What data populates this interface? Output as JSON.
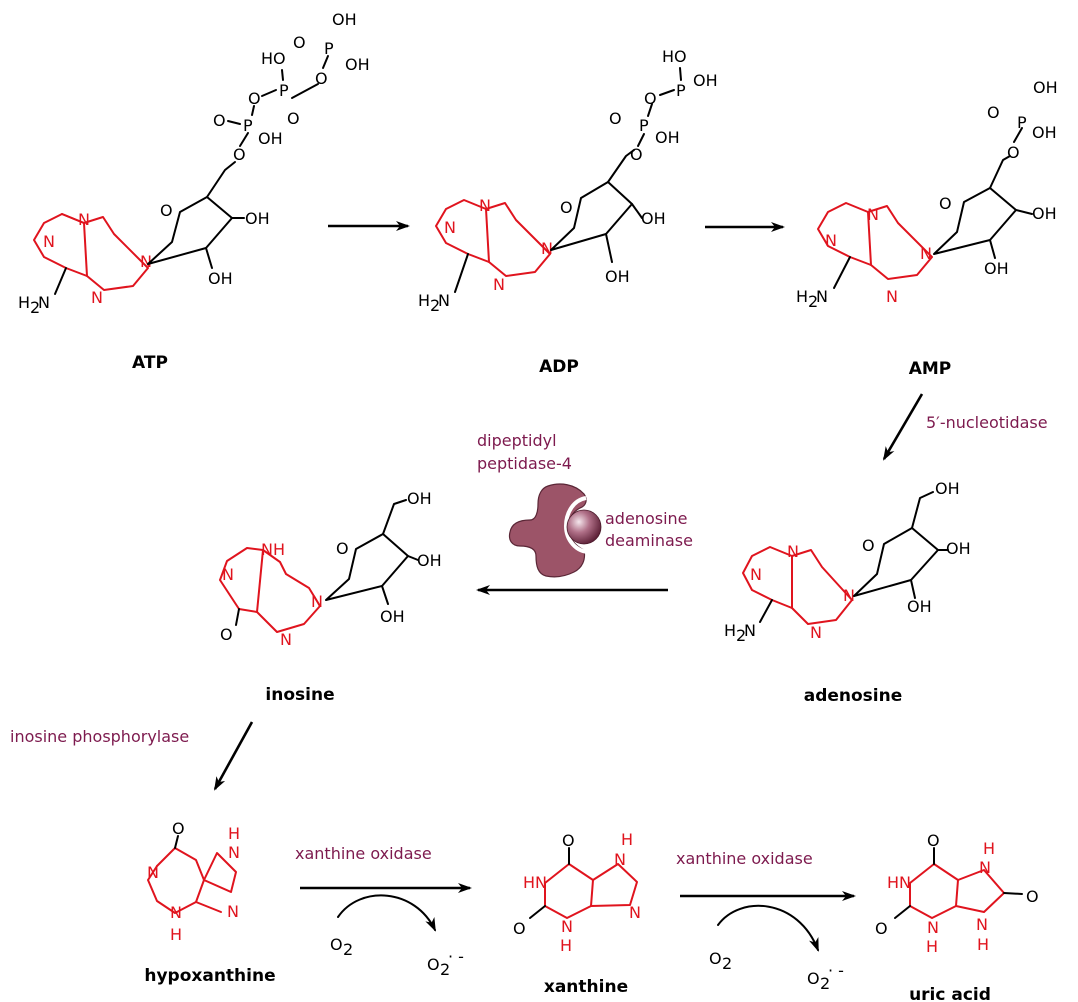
{
  "compounds": {
    "atp": "ATP",
    "adp": "ADP",
    "amp": "AMP",
    "adenosine": "adenosine",
    "inosine": "inosine",
    "hypoxanthine": "hypoxanthine",
    "xanthine": "xanthine",
    "uric_acid": "uric acid"
  },
  "enzymes": {
    "nucleotidase": "5′-nucleotidase",
    "dpp4_line1": "dipeptidyl",
    "dpp4_line2": "peptidase-4",
    "ada_line1": "adenosine",
    "ada_line2": "deaminase",
    "inosine_phosphorylase": "inosine phosphorylase",
    "xanthine_oxidase_1": "xanthine oxidase",
    "xanthine_oxidase_2": "xanthine oxidase"
  },
  "side_species": {
    "o2": "O",
    "o2_sub": "2",
    "superoxide": "O",
    "superoxide_sub": "2",
    "superoxide_sup": "· -"
  },
  "atoms": {
    "N": "N",
    "NH": "NH",
    "H": "H",
    "HN": "HN",
    "O": "O",
    "OH": "OH",
    "HO": "HO",
    "P": "P",
    "H2N_H": "H",
    "H2N_2": "2",
    "H2N_N": "N"
  },
  "colors": {
    "purine_ring": "#e0141e",
    "enzyme_text": "#7d1a4e",
    "protein_body": "#9c5468"
  }
}
